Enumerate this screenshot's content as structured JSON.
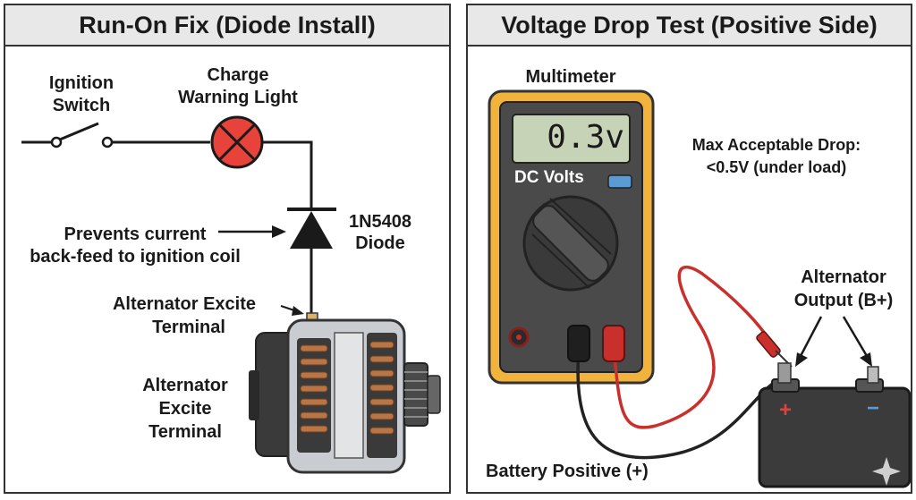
{
  "left_panel": {
    "title": "Run-On Fix (Diode Install)",
    "ignition_switch": [
      "Ignition",
      "Switch"
    ],
    "charge_light": [
      "Charge",
      "Warning Light"
    ],
    "diode_label": [
      "1N5408",
      "Diode"
    ],
    "prevents": [
      "Prevents current",
      "back-feed to ignition coil"
    ],
    "excite_terminal_callout": [
      "Alternator Excite",
      "Terminal"
    ],
    "alternator_label": [
      "Alternator",
      "Excite",
      "Terminal"
    ]
  },
  "right_panel": {
    "title": "Voltage Drop Test (Positive Side)",
    "multimeter_label": "Multimeter",
    "display_value": "0.3v",
    "mode_label": "DC Volts",
    "max_drop": [
      "Max Acceptable Drop:",
      "<0.5V (under load)"
    ],
    "alternator_output": [
      "Alternator",
      "Output (B+)"
    ],
    "battery_positive": "Battery Positive (+)",
    "battery_plus": "+",
    "battery_minus": "−"
  },
  "colors": {
    "multimeter_frame": "#f2b33d",
    "multimeter_body": "#4a4a4a",
    "display": "#c7d3b6",
    "lamp": "#e8433a",
    "red_lead": "#c9302c",
    "black_lead": "#222222",
    "mode_button": "#5b9bd5"
  }
}
